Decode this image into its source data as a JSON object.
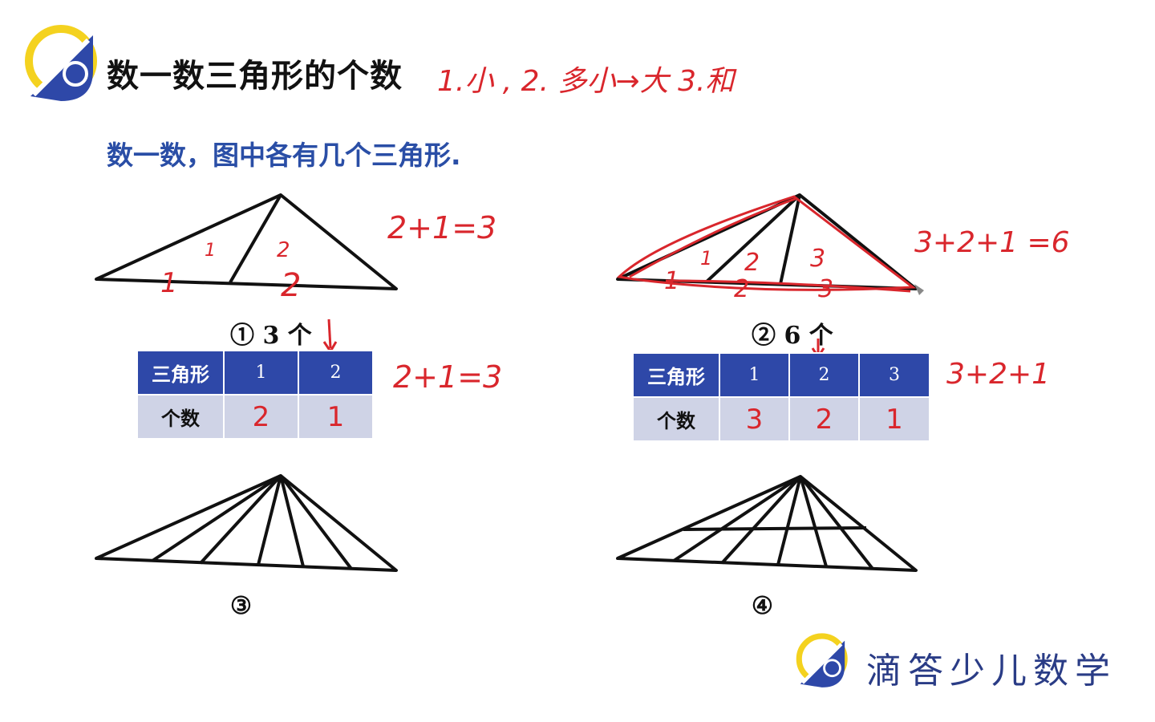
{
  "header": {
    "title": "数一数三角形的个数",
    "note": "1.小 , 2. 多小→大 3.和"
  },
  "instruction": "数一数，图中各有几个三角形.",
  "figure1": {
    "label": "① 3 个",
    "equation": "2+1=3",
    "marks": [
      "1",
      "1",
      "2",
      "2"
    ],
    "table": {
      "row1_label": "三角形",
      "row1": [
        "1",
        "2"
      ],
      "row2_label": "个数",
      "row2": [
        "2",
        "1"
      ]
    },
    "table_equation": "2+1=3"
  },
  "figure2": {
    "label": "② 6 个",
    "equation": "3+2+1 =6",
    "marks": [
      "1",
      "2",
      "3",
      "1",
      "2",
      "3"
    ],
    "table": {
      "row1_label": "三角形",
      "row1": [
        "1",
        "2",
        "3"
      ],
      "row2_label": "个数",
      "row2": [
        "3",
        "2",
        "1"
      ]
    },
    "table_equation": "3+2+1"
  },
  "figure3": {
    "label": "③"
  },
  "figure4": {
    "label": "④"
  },
  "brand": {
    "name": "滴答少儿数学",
    "logo": "logo-icon"
  },
  "colors": {
    "accent_blue": "#2e48a8",
    "ink_red": "#d9262c",
    "logo_yellow": "#f4d21f"
  }
}
